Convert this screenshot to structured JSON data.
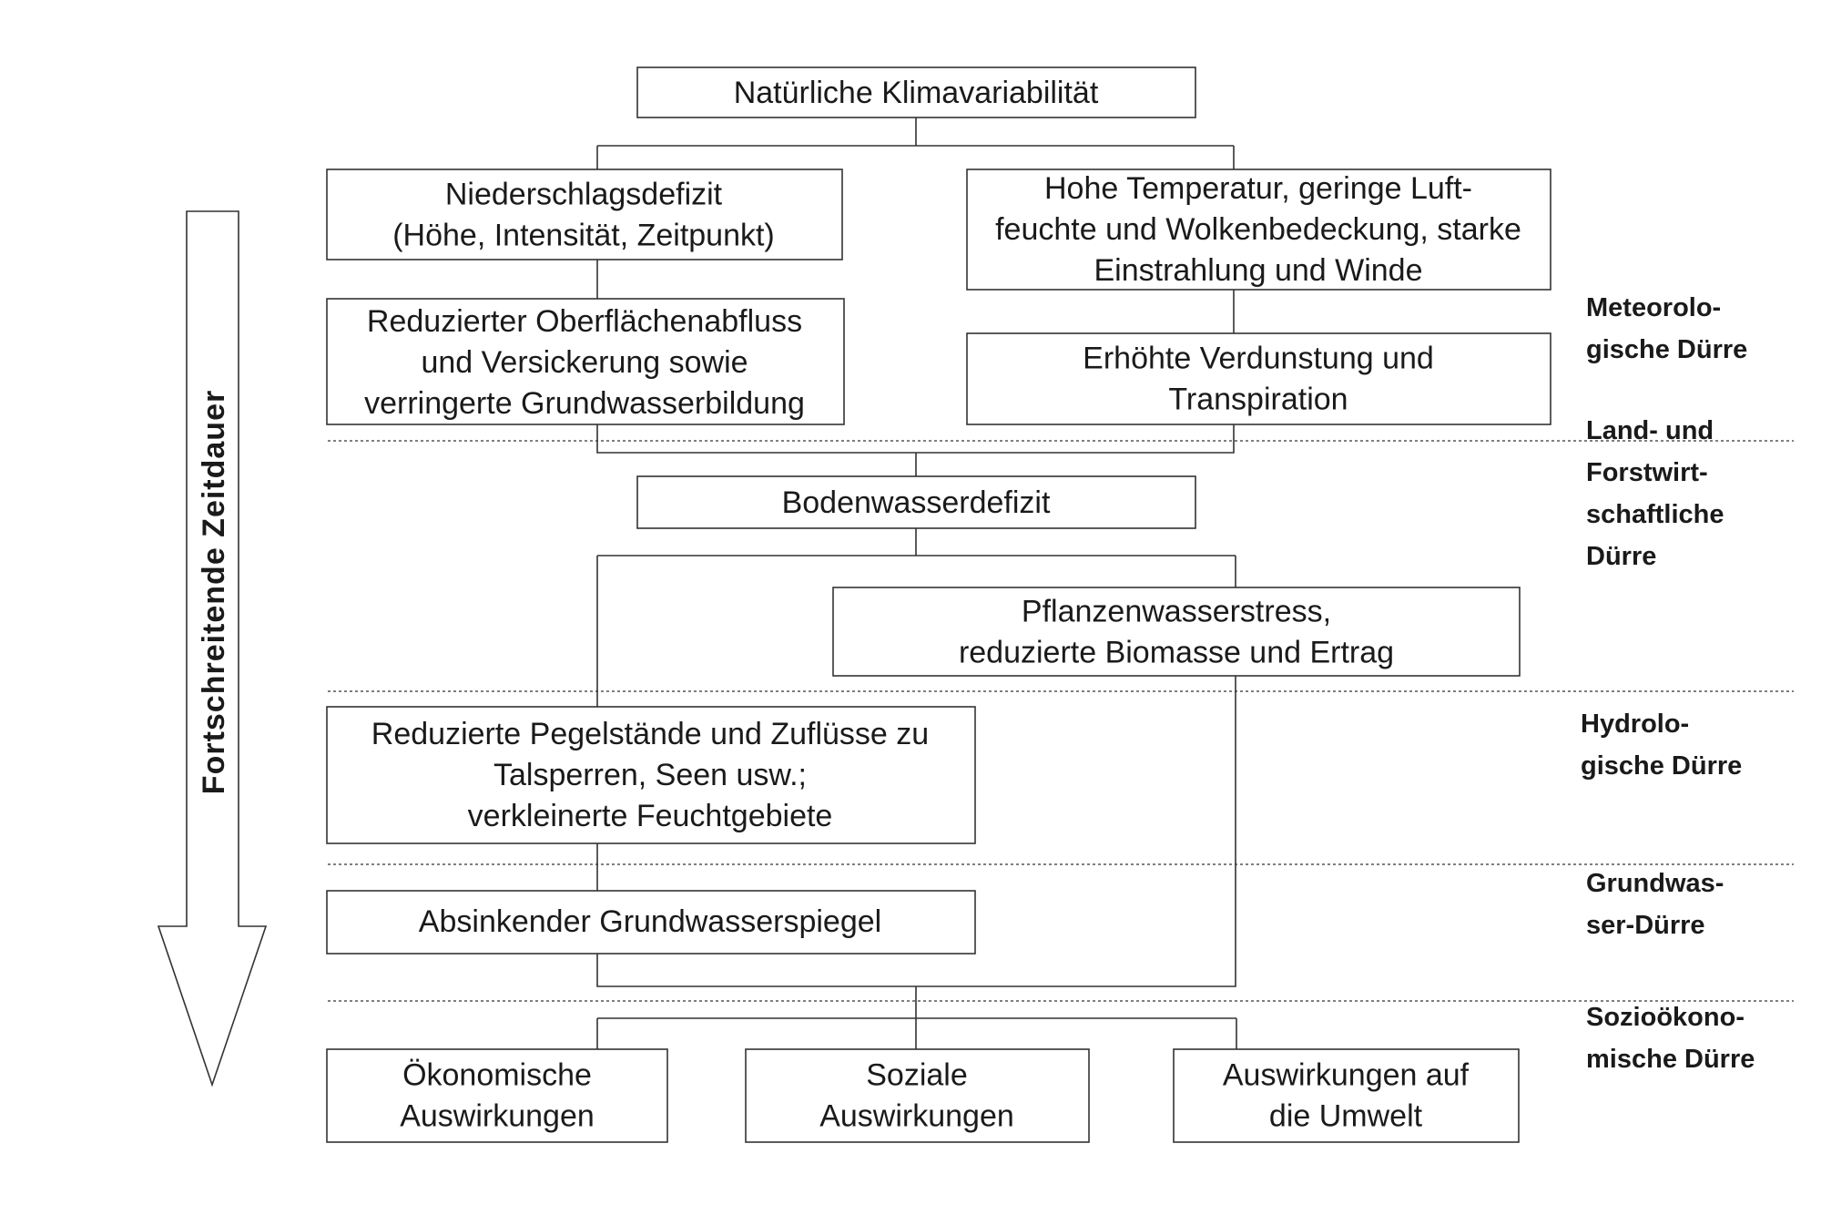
{
  "boxes": {
    "climate": [
      "Natürliche Klimavariabilität"
    ],
    "precipitation": [
      "Niederschlagsdefizit",
      "(Höhe, Intensität, Zeitpunkt)"
    ],
    "temperature": [
      "Hohe Temperatur, geringe Luft-",
      "feuchte und Wolkenbedeckung, starke",
      "Einstrahlung und Winde"
    ],
    "runoff": [
      "Reduzierter Oberflächenabfluss",
      "und Versickerung sowie",
      "verringerte Grundwasserbildung"
    ],
    "evaporation": [
      "Erhöhte Verdunstung und",
      "Transpiration"
    ],
    "soil": [
      "Bodenwasserdefizit"
    ],
    "plant": [
      "Pflanzenwasserstress,",
      "reduzierte Biomasse und Ertrag"
    ],
    "water_levels": [
      "Reduzierte Pegelstände und Zuflüsse zu",
      "Talsperren, Seen usw.;",
      "verkleinerte Feuchtgebiete"
    ],
    "groundwater": [
      "Absinkender Grundwasserspiegel"
    ],
    "economic": [
      "Ökonomische",
      "Auswirkungen"
    ],
    "social": [
      "Soziale",
      "Auswirkungen"
    ],
    "environment": [
      "Auswirkungen auf",
      "die Umwelt"
    ]
  },
  "categories": {
    "meteorological": [
      "Meteorolo-",
      "gische Dürre"
    ],
    "agricultural": [
      "Land- und",
      "Forstwirt-",
      "schaftliche",
      "Dürre"
    ],
    "hydrological": [
      "Hydrolo-",
      "gische Dürre"
    ],
    "groundwater": [
      "Grundwas-",
      "ser-Dürre"
    ],
    "socioeconomic": [
      "Sozioökono-",
      "mische Dürre"
    ]
  },
  "axis": {
    "label": "Fortschreitende Zeitdauer"
  }
}
